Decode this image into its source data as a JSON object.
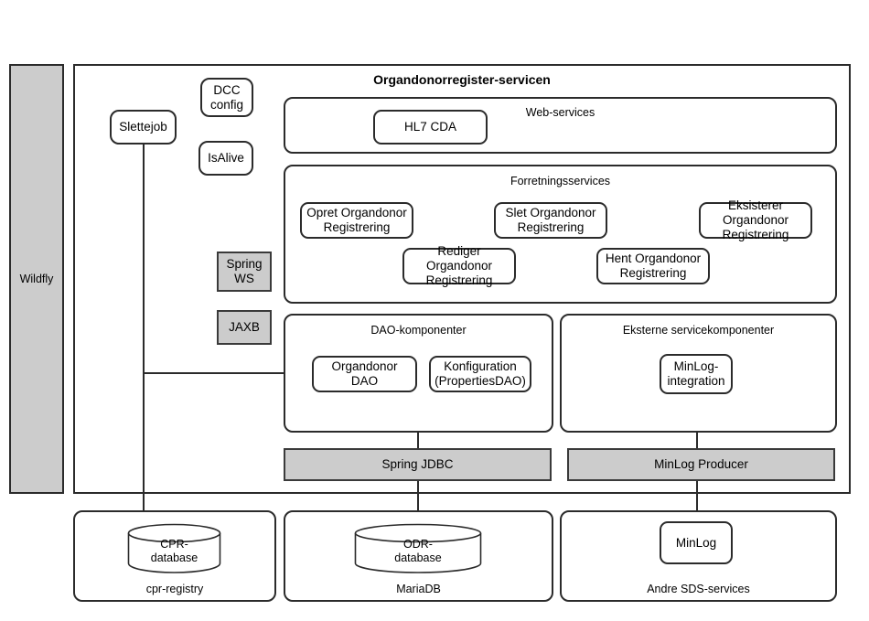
{
  "diagram": {
    "title": "Organdonorregister-servicen",
    "platform": {
      "label": "Wildfly"
    },
    "standalone_components": [
      {
        "id": "slettejob",
        "label": "Slettejob"
      },
      {
        "id": "dcc-config",
        "label": "DCC config"
      },
      {
        "id": "isalive",
        "label": "IsAlive"
      }
    ],
    "libraries": [
      {
        "id": "spring-ws",
        "label": "Spring WS"
      },
      {
        "id": "jaxb",
        "label": "JAXB"
      }
    ],
    "layers": [
      {
        "id": "web-services",
        "label": "Web-services",
        "components": [
          {
            "id": "hl7-cda",
            "label": "HL7 CDA"
          }
        ]
      },
      {
        "id": "forretningsservices",
        "label": "Forretningsservices",
        "components": [
          {
            "id": "opret",
            "label": "Opret Organdonor Registrering"
          },
          {
            "id": "slet",
            "label": "Slet Organdonor Registrering"
          },
          {
            "id": "eksisterer",
            "label": "Eksisterer Organdonor Registrering"
          },
          {
            "id": "rediger",
            "label": "Rediger Organdonor Registrering"
          },
          {
            "id": "hent",
            "label": "Hent Organdonor Registrering"
          }
        ]
      },
      {
        "id": "dao-komponenter",
        "label": "DAO-komponenter",
        "components": [
          {
            "id": "organdonor-dao",
            "label": "Organdonor DAO"
          },
          {
            "id": "konfiguration-dao",
            "label": "Konfiguration (PropertiesDAO)"
          }
        ]
      },
      {
        "id": "eksterne-servicekomponenter",
        "label": "Eksterne servicekomponenter",
        "components": [
          {
            "id": "minlog-integration",
            "label": "MinLog-integration"
          }
        ]
      }
    ],
    "connectors_bars": [
      {
        "id": "spring-jdbc",
        "label": "Spring JDBC"
      },
      {
        "id": "minlog-producer",
        "label": "MinLog Producer"
      }
    ],
    "external_systems": [
      {
        "id": "cpr-registry",
        "label": "cpr-registry",
        "node_label": "CPR- database",
        "node_type": "database"
      },
      {
        "id": "mariadb",
        "label": "MariaDB",
        "node_label": "ODR- database",
        "node_type": "database"
      },
      {
        "id": "andre-sds-services",
        "label": "Andre SDS-services",
        "node_label": "MinLog",
        "node_type": "service"
      }
    ],
    "colors": {
      "stroke": "#2b2b2b",
      "fill": "#ffffff",
      "library_fill": "#cccccc",
      "platform_fill": "#cccccc"
    }
  }
}
